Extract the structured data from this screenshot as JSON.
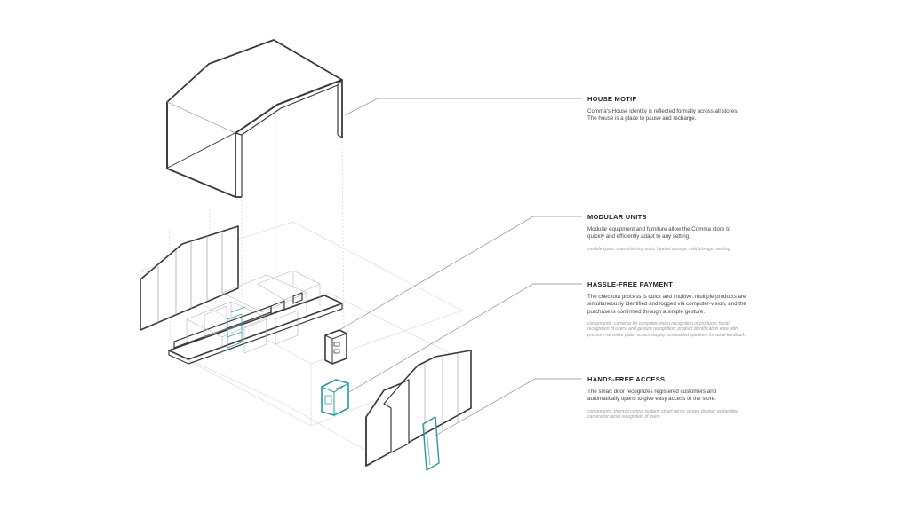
{
  "annotations": [
    {
      "id": "house-motif",
      "title": "HOUSE MOTIF",
      "description": "Comma's House identity is reflected formally across all stores. The house is a place to pause and recharge.",
      "detail": ""
    },
    {
      "id": "modular-units",
      "title": "MODULAR UNITS",
      "description": "Modular equipment and furniture allow the Comma store to quickly and efficiently adapt to any setting.",
      "detail": "module types: open shelving units; heated storage; cold storage; seating"
    },
    {
      "id": "hassle-free-payment",
      "title": "HASSLE-FREE PAYMENT",
      "description": "The checkout process is quick and intuitive: multiple products are simultaneously identified and logged via computer-vision, and the purchase is confirmed through a simple gesture.",
      "detail": "components: cameras for computer-vision recognition of products; facial recognition of users; and gesture recognition; product identification area with pressure-sensitive plate; screen display; embedded speakers for aural feedback"
    },
    {
      "id": "hands-free-access",
      "title": "HANDS-FREE ACCESS",
      "description": "The smart door recognizes registered customers and automatically opens to give easy access to the store.",
      "detail": "components: thermal control system; smart mirror screen display; embedded camera for facial recognition of users"
    }
  ],
  "colors": {
    "outline": "#3a3a3a",
    "guide": "#c8c8c8",
    "accent": "#2a9aa0"
  }
}
